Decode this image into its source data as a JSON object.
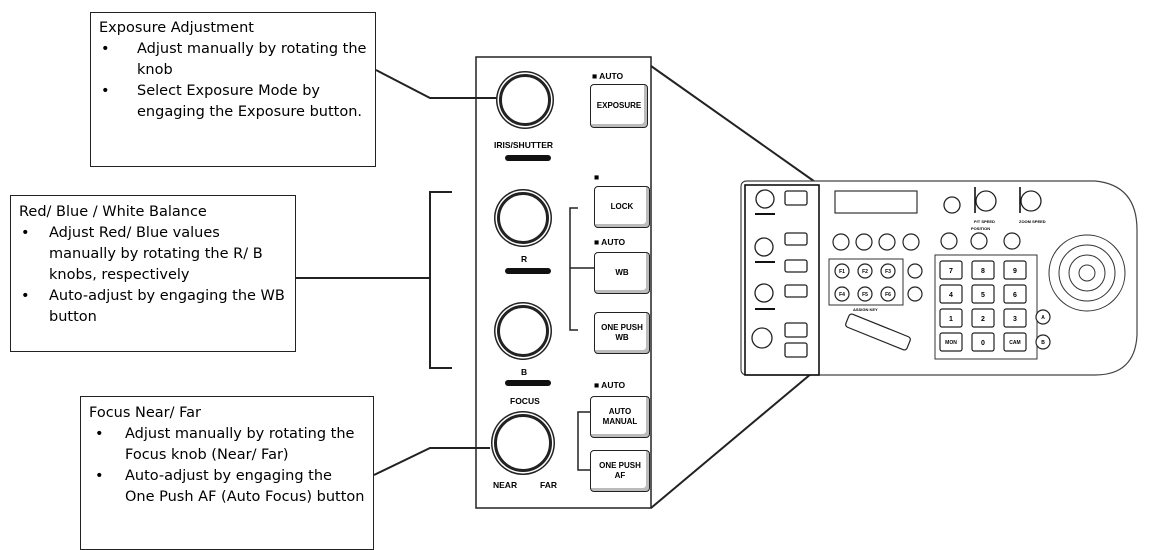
{
  "callouts": {
    "exposure": {
      "title": "Exposure Adjustment",
      "bullets": [
        "Adjust manually by rotating the knob",
        "Select Exposure Mode by engaging the Exposure button."
      ]
    },
    "red_blue": {
      "title": "Red/ Blue / White Balance",
      "bullets": [
        "Adjust Red/ Blue values manually by rotating the R/ B knobs, respectively",
        "Auto-adjust by engaging the WB button"
      ]
    },
    "focus": {
      "title": "Focus Near/ Far",
      "bullets": [
        "Adjust manually by rotating the Focus knob (Near/ Far)",
        "Auto-adjust by engaging the One Push AF (Auto Focus) button"
      ]
    }
  },
  "panel": {
    "auto_exposure": "■ AUTO",
    "exposure_button": "EXPOSURE",
    "iris_shutter_label": "IRIS/SHUTTER",
    "lock_indicator": "■",
    "lock_button": "LOCK",
    "auto_wb": "■ AUTO",
    "wb_button": "WB",
    "r_label": "R",
    "one_push_wb_line1": "ONE PUSH",
    "one_push_wb_line2": "WB",
    "b_label": "B",
    "auto_focus": "■ AUTO",
    "focus_label": "FOCUS",
    "auto_manual_line1": "AUTO",
    "auto_manual_line2": "MANUAL",
    "one_push_af_line1": "ONE PUSH",
    "one_push_af_line2": "AF",
    "near_label": "NEAR",
    "far_label": "FAR"
  },
  "overview": {
    "f_keys": [
      "F1",
      "F2",
      "F3",
      "F4",
      "F5",
      "F6"
    ],
    "numpad": [
      "7",
      "8",
      "9",
      "4",
      "5",
      "6",
      "1",
      "2",
      "3"
    ],
    "zero_key": "0",
    "mon_key": "MON",
    "cam_key": "CAM",
    "a_key": "A",
    "b_key": "B",
    "assign_key_label": "ASSIGN KEY",
    "position_label": "POSITION",
    "pt_speed_label": "P/T SPEED",
    "zoom_speed_label": "ZOOM SPEED"
  }
}
